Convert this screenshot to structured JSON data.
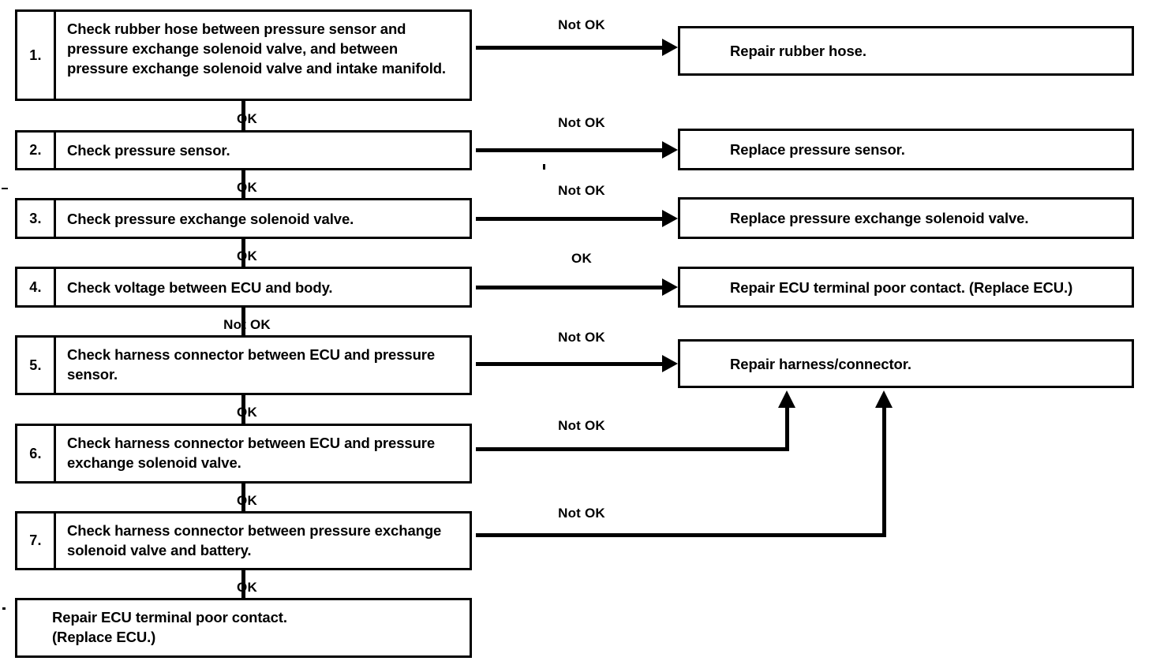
{
  "diagram": {
    "type": "troubleshooting-flowchart",
    "title": "",
    "steps": [
      {
        "number": "1.",
        "text": "Check rubber hose between pressure sensor and pressure exchange solenoid valve, and between pressure exchange solenoid valve and intake manifold."
      },
      {
        "number": "2.",
        "text": "Check pressure sensor."
      },
      {
        "number": "3.",
        "text": "Check pressure exchange solenoid valve."
      },
      {
        "number": "4.",
        "text": "Check voltage between ECU and body."
      },
      {
        "number": "5.",
        "text": "Check harness connector between ECU and pressure sensor."
      },
      {
        "number": "6.",
        "text": "Check harness connector between ECU and pressure exchange solenoid valve."
      },
      {
        "number": "7.",
        "text": "Check harness connector between pressure exchange solenoid valve and battery."
      }
    ],
    "final_box": {
      "line1": "Repair ECU terminal poor contact.",
      "line2": "(Replace ECU.)"
    },
    "outcomes": [
      {
        "text": "Repair rubber hose."
      },
      {
        "text": "Replace pressure sensor."
      },
      {
        "text": "Replace pressure exchange solenoid valve."
      },
      {
        "text": "Repair ECU terminal poor contact. (Replace ECU.)"
      },
      {
        "text": "Repair harness/connector."
      }
    ],
    "branch_labels": [
      {
        "from_step": "1",
        "label": "Not OK"
      },
      {
        "from_step": "2",
        "label": "Not OK"
      },
      {
        "from_step": "3",
        "label": "Not OK"
      },
      {
        "from_step": "4",
        "label": "OK"
      },
      {
        "from_step": "5",
        "label": "Not OK"
      },
      {
        "from_step": "6",
        "label": "Not OK"
      },
      {
        "from_step": "7",
        "label": "Not OK"
      }
    ],
    "flow_labels": [
      {
        "between": "1-2",
        "label": "OK"
      },
      {
        "between": "2-3",
        "label": "OK"
      },
      {
        "between": "3-4",
        "label": "OK"
      },
      {
        "between": "4-5",
        "label": "Not OK"
      },
      {
        "between": "5-6",
        "label": "OK"
      },
      {
        "between": "6-7",
        "label": "OK"
      },
      {
        "between": "7-final",
        "label": "OK"
      }
    ],
    "colors": {
      "line": "#000000",
      "background": "#ffffff",
      "text": "#000000"
    }
  }
}
